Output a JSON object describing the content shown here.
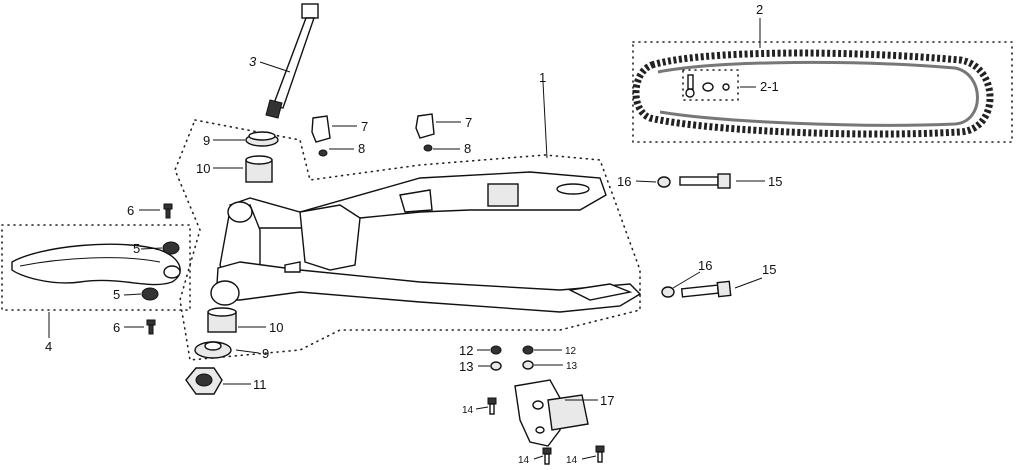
{
  "callouts": [
    {
      "id": "swingarm",
      "text": "1"
    },
    {
      "id": "chain",
      "text": "2"
    },
    {
      "id": "master-link",
      "text": "2-1"
    },
    {
      "id": "pivot-bolt",
      "text": "3"
    },
    {
      "id": "chain-slider",
      "text": "4"
    },
    {
      "id": "slider-washer-top",
      "text": "5"
    },
    {
      "id": "slider-washer-bottom",
      "text": "5"
    },
    {
      "id": "slider-screw-top",
      "text": "6"
    },
    {
      "id": "slider-screw-bottom",
      "text": "6"
    },
    {
      "id": "clip-left",
      "text": "7"
    },
    {
      "id": "clip-right",
      "text": "7"
    },
    {
      "id": "clip-screw-left",
      "text": "8"
    },
    {
      "id": "clip-screw-right",
      "text": "8"
    },
    {
      "id": "dust-cap-top",
      "text": "9"
    },
    {
      "id": "dust-cap-bottom",
      "text": "9"
    },
    {
      "id": "bushing-top",
      "text": "10"
    },
    {
      "id": "bushing-bottom",
      "text": "10"
    },
    {
      "id": "pivot-nut",
      "text": "11"
    },
    {
      "id": "guide-nut-left",
      "text": "12"
    },
    {
      "id": "guide-nut-right",
      "text": "12"
    },
    {
      "id": "guide-washer-left",
      "text": "13"
    },
    {
      "id": "guide-washer-right",
      "text": "13"
    },
    {
      "id": "guide-bolt-upper",
      "text": "14"
    },
    {
      "id": "guide-bolt-lower-left",
      "text": "14"
    },
    {
      "id": "guide-bolt-lower-right",
      "text": "14"
    },
    {
      "id": "adjuster-bolt-top",
      "text": "15"
    },
    {
      "id": "adjuster-bolt-bottom",
      "text": "15"
    },
    {
      "id": "adjuster-nut-top",
      "text": "16"
    },
    {
      "id": "adjuster-nut-bottom",
      "text": "16"
    },
    {
      "id": "chain-guide",
      "text": "17"
    }
  ]
}
